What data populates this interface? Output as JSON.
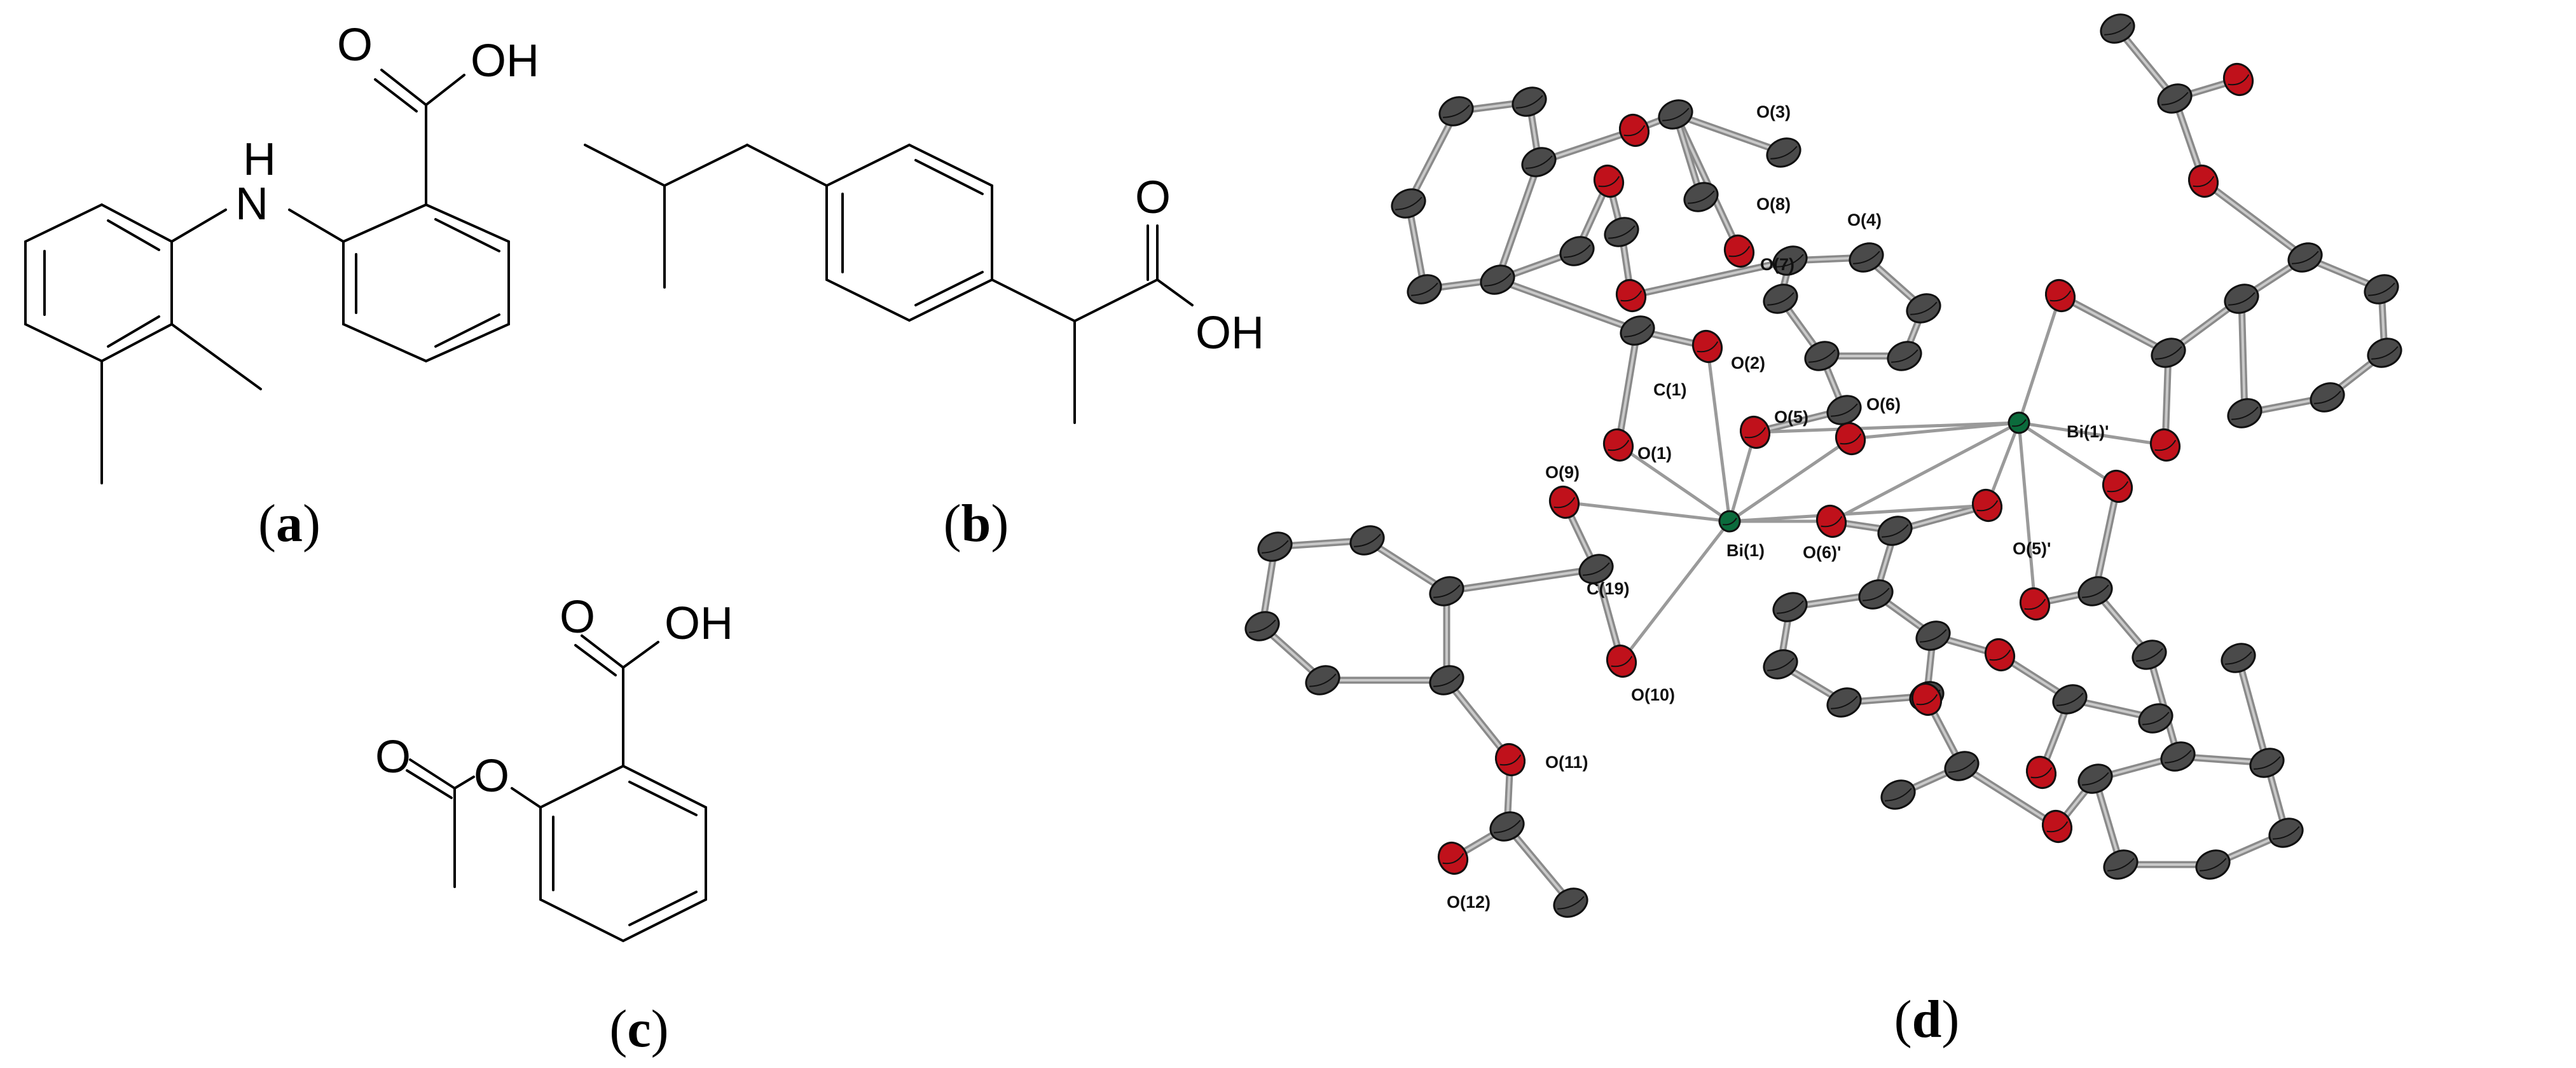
{
  "panels": {
    "a": {
      "caption_open": "(",
      "caption_letter": "a",
      "caption_close": ")",
      "label_nh": "N",
      "label_h": "H",
      "label_o": "O",
      "label_oh": "OH"
    },
    "b": {
      "caption_open": "(",
      "caption_letter": "b",
      "caption_close": ")",
      "label_o": "O",
      "label_oh": "OH"
    },
    "c": {
      "caption_open": "(",
      "caption_letter": "c",
      "caption_close": ")",
      "label_o_carbonyl": "O",
      "label_oh": "OH",
      "label_o_ester": "O",
      "label_o_acetyl": "O"
    },
    "d": {
      "caption_open": "(",
      "caption_letter": "d",
      "caption_close": ")"
    }
  },
  "crystal_labels": {
    "o3": "O(3)",
    "o8": "O(8)",
    "o4": "O(4)",
    "o7": "O(7)",
    "o2": "O(2)",
    "c1": "C(1)",
    "o5": "O(5)",
    "o6": "O(6)",
    "bi1p": "Bi(1)'",
    "o1": "O(1)",
    "o9": "O(9)",
    "bi1": "Bi(1)",
    "o6p": "O(6)'",
    "o5p": "O(5)'",
    "c19": "C(19)",
    "o10": "O(10)",
    "o11": "O(11)",
    "o12": "O(12)"
  },
  "colors": {
    "carbon": "#4a4a4a",
    "oxygen": "#c0111b",
    "bismuth": "#0b6b3c",
    "bond_gray": "#8a8a8a"
  }
}
